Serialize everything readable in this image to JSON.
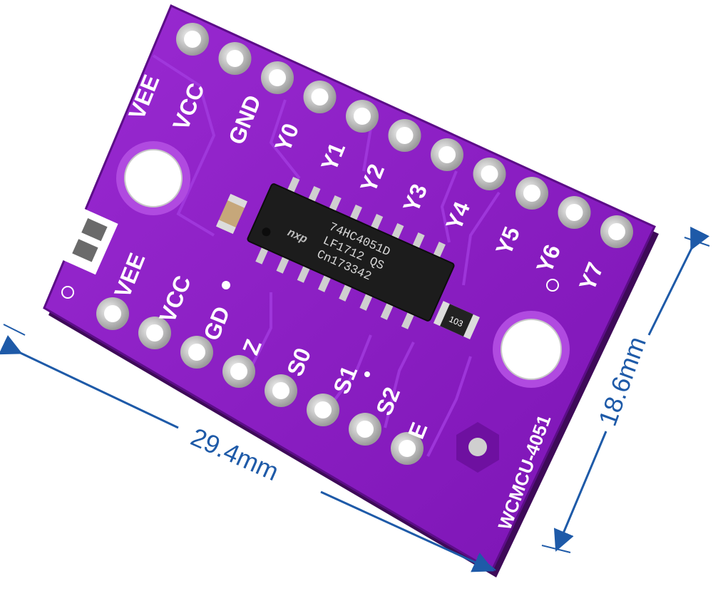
{
  "board": {
    "top_pins": [
      "VEE",
      "VCC",
      "GND",
      "Y0",
      "Y1",
      "Y2",
      "Y3",
      "Y4",
      "Y5",
      "Y6",
      "Y7"
    ],
    "bottom_pins": [
      "VEE",
      "VCC",
      "GD",
      "Z",
      "S0",
      "S1",
      "S2",
      "E"
    ],
    "model": "WCMCU-4051",
    "chip_lines": [
      "74HC4051D",
      "LF1712 QS",
      "Cn173342"
    ],
    "chip_logo": "nxp",
    "resistor_code": "103",
    "colors": {
      "pcb": "#8a1cc2",
      "pad": "#d9d9d9",
      "chip": "#1c1c1c",
      "dimension": "#1e5aa8"
    }
  },
  "dimensions": {
    "width_label": "29.4mm",
    "height_label": "18.6mm"
  }
}
